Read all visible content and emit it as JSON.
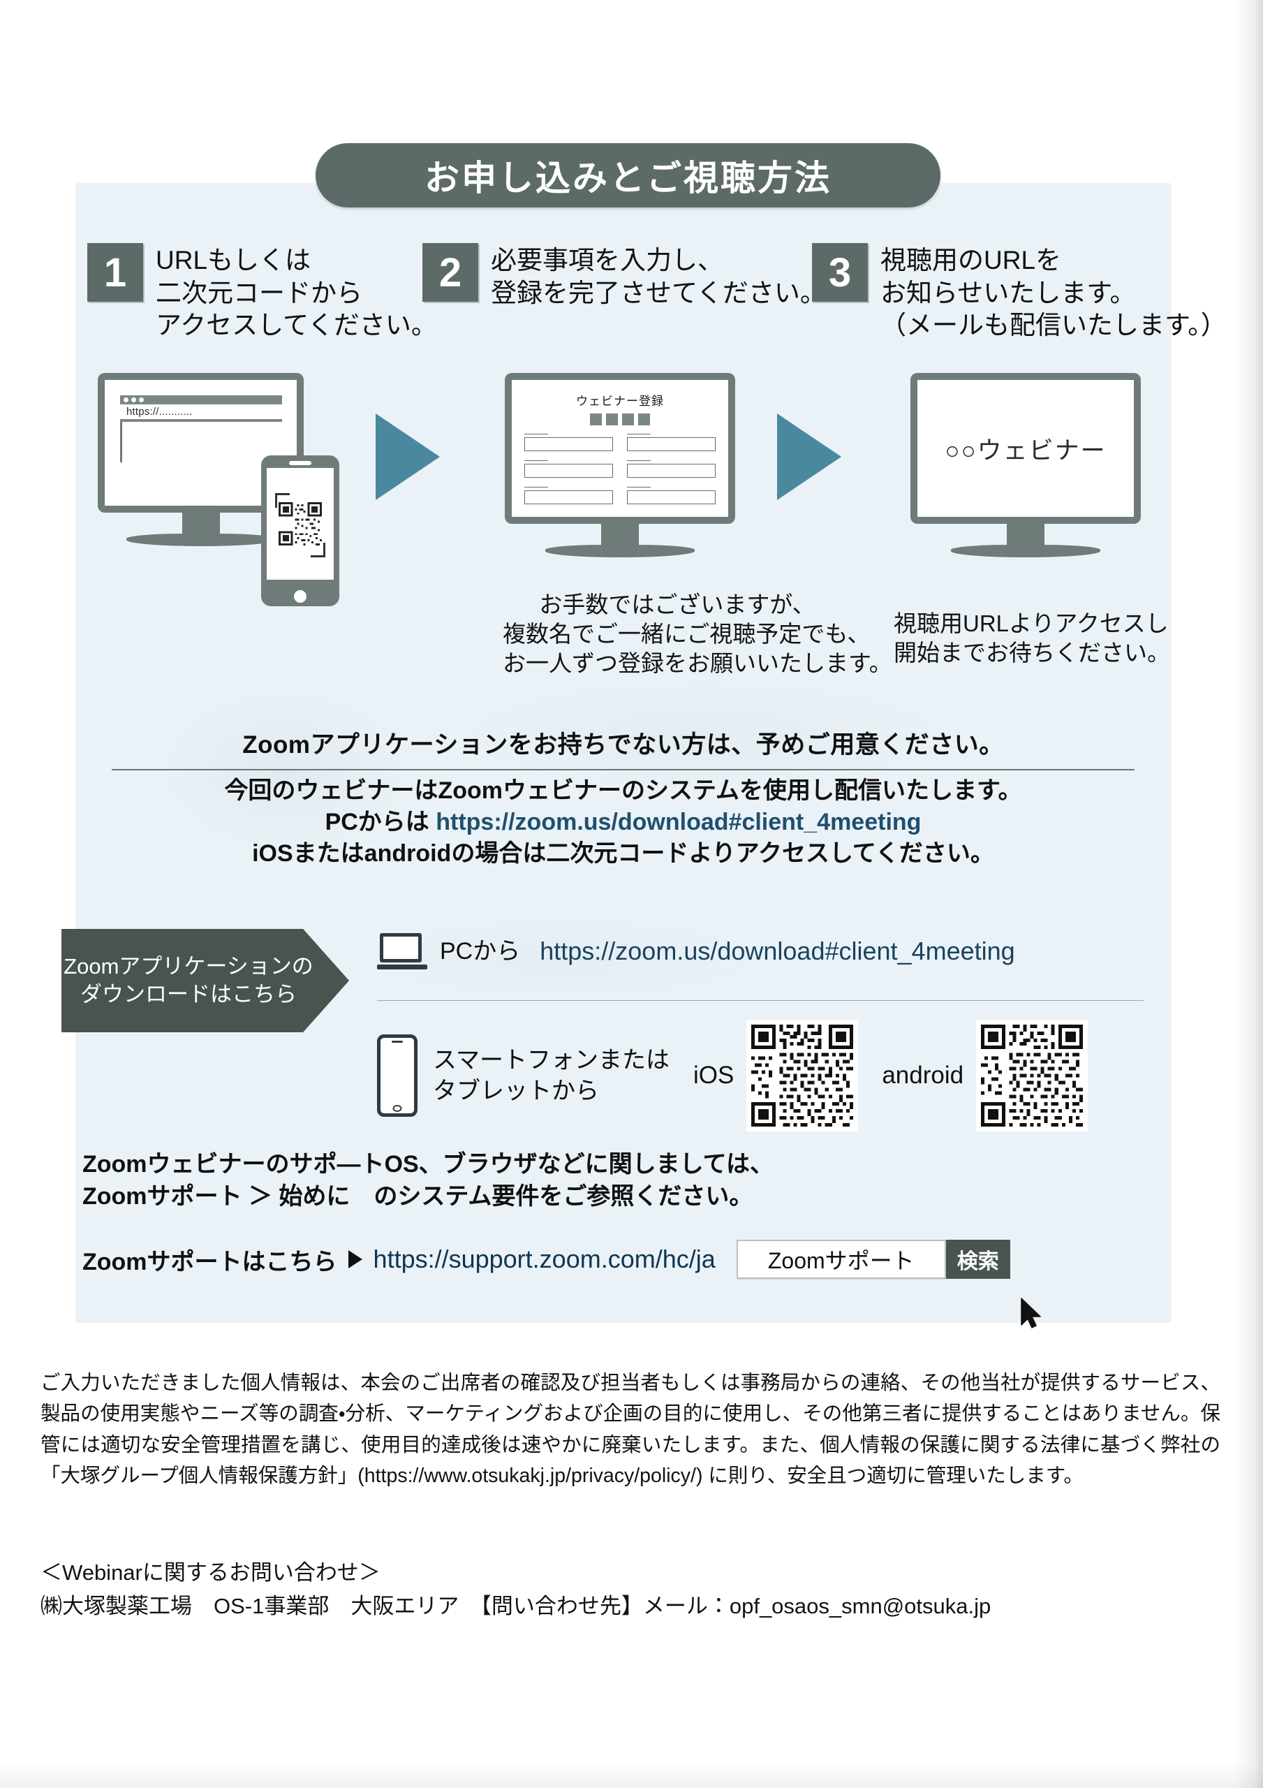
{
  "title_banner": {
    "text": "お申し込みとご視聴方法"
  },
  "steps": [
    {
      "number": "1",
      "lines": [
        "URLもしくは",
        "二次元コードから",
        "アクセスしてください。"
      ]
    },
    {
      "number": "2",
      "lines": [
        "必要事項を入力し、",
        "登録を完了させてください。"
      ]
    },
    {
      "number": "3",
      "lines": [
        "視聴用のURLを",
        "お知らせいたします。",
        "（メールも配信いたします。）"
      ]
    }
  ],
  "illustrations": {
    "monitor1": {
      "browser_url_text": "https://..........."
    },
    "monitor2": {
      "form_title": "ウェビナー登録"
    },
    "monitor3": {
      "screen_text": "○○ウェビナー"
    }
  },
  "captions": {
    "step2": [
      "お手数ではございますが、",
      "複数名でご一緒にご視聴予定でも、",
      "お一人ずつ登録をお願いいたします。"
    ],
    "step3": [
      "視聴用URLよりアクセスし",
      "開始までお待ちください。"
    ]
  },
  "zoom_section": {
    "notice": "Zoomアプリケーションをお持ちでない方は、予めご用意ください。",
    "para_line1": "今回のウェビナーはZoomウェビナーのシステムを使用し配信いたします。",
    "para_line2_prefix": "PCからは",
    "para_line2_url": "https://zoom.us/download#client_4meeting",
    "para_line3": "iOSまたはandroidの場合は二次元コードよりアクセスしてください。"
  },
  "download": {
    "arrow_label_line1": "Zoomアプリケーションの",
    "arrow_label_line2": "ダウンロードはこちら",
    "pc_label": "PCから",
    "pc_url": "https://zoom.us/download#client_4meeting",
    "mobile_label_line1": "スマートフォンまたは",
    "mobile_label_line2": "タブレットから",
    "qr_ios_label": "iOS",
    "qr_android_label": "android"
  },
  "support": {
    "line1": "Zoomウェビナーのサポ―トOS、ブラウザなどに関しましては、",
    "line2": "Zoomサポート ＞ 始めに　のシステム要件をご参照ください。",
    "link_label": "Zoomサポートはこちら",
    "link_url": "https://support.zoom.com/hc/ja",
    "search_value": "Zoomサポート",
    "search_button": "検索"
  },
  "legal": {
    "body": "ご入力いただきました個人情報は、本会のご出席者の確認及び担当者もしくは事務局からの連絡、その他当社が提供するサービス、製品の使用実態やニーズ等の調査・分析、マーケティングおよび企画の目的に使用し、その他第三者に提供することはありません。保管には適切な安全管理措置を講じ、使用目的達成後は速やかに廃棄いたします。また、個人情報の保護に関する法律に基づく弊社の「大塚グループ個人情報保護方針」(https://www.otsukakj.jp/privacy/policy/) に則り、安全且つ適切に管理いたします。"
  },
  "contact": {
    "heading": "＜Webinarに関するお問い合わせ＞",
    "detail": "㈱大塚製薬工場　OS-1事業部　大阪エリア　【問い合わせ先】メール：opf_osaos_smn@otsuka.jp"
  },
  "colors": {
    "panel_bg": "#eaf2f7",
    "dark_gray": "#5d6b68",
    "arrow_teal": "#4a88a0",
    "url_ink": "#18435d"
  }
}
